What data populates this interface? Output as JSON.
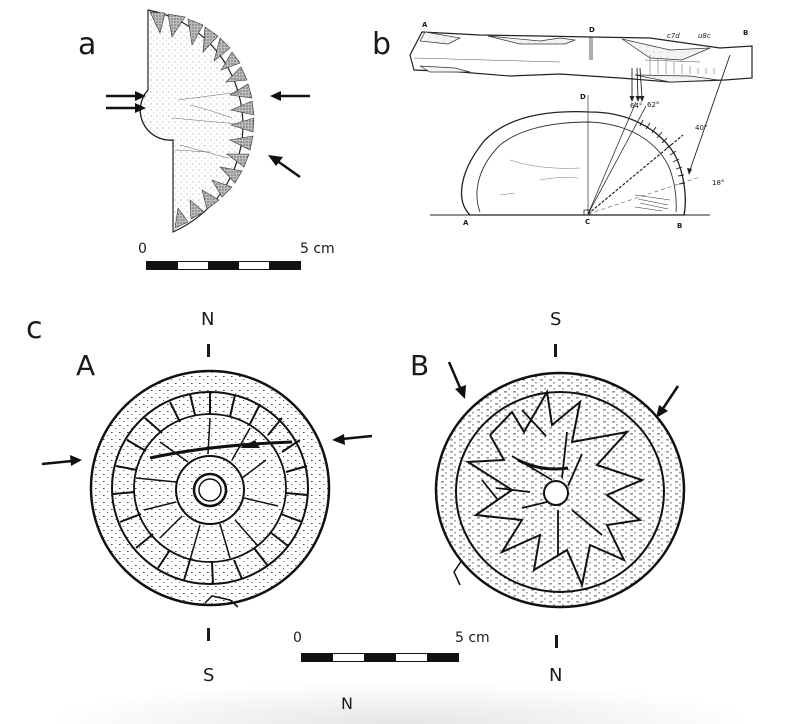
{
  "figure": {
    "panels": [
      {
        "id": "a",
        "label": "a",
        "description": "Half-disc artifact with serrated (triangular) border and central notch; arrows indicate features",
        "scale_bar": {
          "start_label": "0",
          "end_label": "5 cm",
          "segments": 5
        }
      },
      {
        "id": "b",
        "label": "b",
        "description": "Stone bar (top) and semicircular dial (bottom) with sight lines",
        "bar_labels": {
          "left": "A",
          "mid": "D",
          "note1": "c7d",
          "note2": "u8c",
          "right": "B"
        },
        "dial_labels": {
          "left": "A",
          "center": "C",
          "right": "B",
          "top": "D",
          "angle1": "64°",
          "angle2": "62°",
          "angle3": "40°",
          "angle4": "18°"
        }
      },
      {
        "id": "c",
        "label": "c",
        "discs": [
          {
            "id": "A",
            "label": "A",
            "top_direction": "N",
            "bottom_direction": "S",
            "description": "Circular disc with central hole, segmented ring and radial incisions"
          },
          {
            "id": "B",
            "label": "B",
            "top_direction": "S",
            "bottom_direction": "N",
            "description": "Circular disc with central hole and star-shaped zigzag incisions"
          }
        ],
        "scale_bar": {
          "start_label": "0",
          "end_label": "5 cm",
          "segments": 5
        }
      }
    ],
    "cut_off_glyph": "N"
  }
}
